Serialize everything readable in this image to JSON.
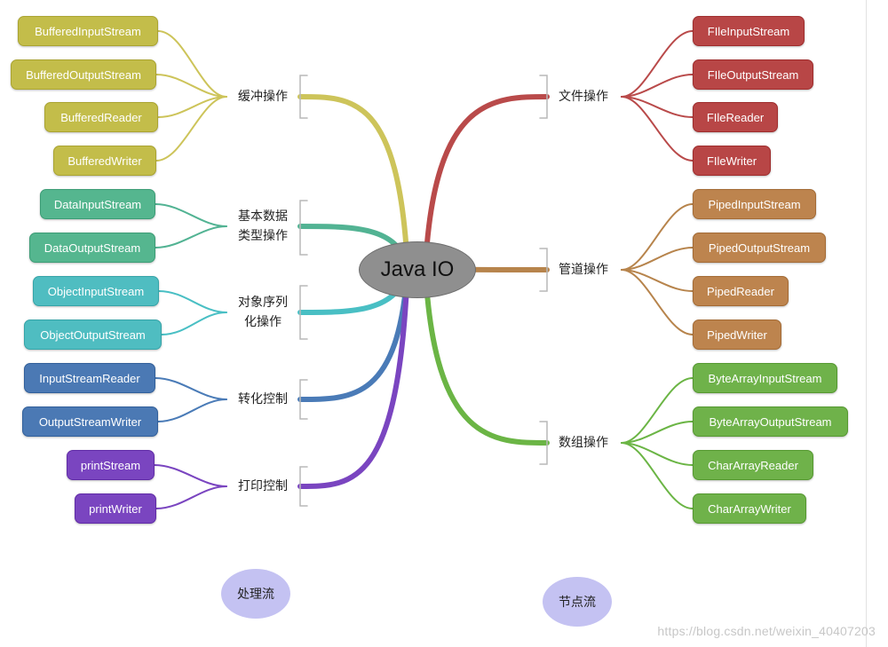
{
  "center_label": "Java IO",
  "groups_left": [
    {
      "label": "缓冲操作",
      "color": "#cdc45a",
      "leafColor": "#c3bd4a",
      "items": [
        "BufferedInputStream",
        "BufferedOutputStream",
        "BufferedReader",
        "BufferedWriter"
      ]
    },
    {
      "label": "基本数据\n类型操作",
      "color": "#52b393",
      "leafColor": "#55b68f",
      "items": [
        "DataInputStream",
        "DataOutputStream"
      ]
    },
    {
      "label": "对象序列\n化操作",
      "color": "#49bfc4",
      "leafColor": "#4fbdc1",
      "items": [
        "ObjectInputStream",
        "ObjectOutputStream"
      ]
    },
    {
      "label": "转化控制",
      "color": "#4a7bb7",
      "leafColor": "#4b79b4",
      "items": [
        "InputStreamReader",
        "OutputStreamWriter"
      ]
    },
    {
      "label": "打印控制",
      "color": "#7a45c0",
      "leafColor": "#7a45c0",
      "items": [
        "printStream",
        "printWriter"
      ]
    }
  ],
  "groups_right": [
    {
      "label": "文件操作",
      "color": "#b94a4a",
      "leafColor": "#b84646",
      "items": [
        "FIleInputStream",
        "FIleOutputStream",
        "FIleReader",
        "FIleWriter"
      ]
    },
    {
      "label": "管道操作",
      "color": "#b7844c",
      "leafColor": "#bd844e",
      "items": [
        "PipedInputStream",
        "PipedOutputStream",
        "PipedReader",
        "PipedWriter"
      ]
    },
    {
      "label": "数组操作",
      "color": "#6bb545",
      "leafColor": "#6fb24a",
      "items": [
        "ByteArrayInputStream",
        "ByteArrayOutputStream",
        "CharArrayReader",
        "CharArrayWriter"
      ]
    }
  ],
  "kind_left": "处理流",
  "kind_right": "节点流",
  "watermark": "https://blog.csdn.net/weixin_40407203"
}
